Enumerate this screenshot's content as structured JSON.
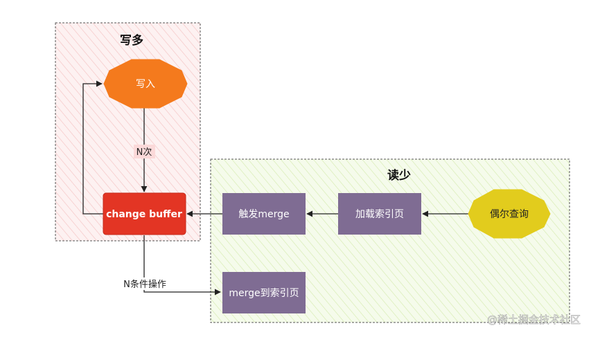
{
  "groups": {
    "write_heavy": {
      "title": "写多"
    },
    "read_light": {
      "title": "读少"
    }
  },
  "nodes": {
    "write": {
      "label": "写入"
    },
    "change_buffer": {
      "label": "change buffer"
    },
    "trigger_merge": {
      "label": "触发merge"
    },
    "load_index_page": {
      "label": "加载索引页"
    },
    "occasional_query": {
      "label": "偶尔查询"
    },
    "merge_to_index_page": {
      "label": "merge到索引页"
    }
  },
  "edges": {
    "n_times": {
      "label": "N次"
    },
    "n_condition_ops": {
      "label": "N条件操作"
    }
  },
  "watermark": {
    "text": "@稀土掘金技术社区"
  },
  "colors": {
    "write_group_fill": "#fdeeee",
    "read_group_fill": "#f1f8e3",
    "write_node": "#f47a1d",
    "change_buffer": "#e33524",
    "process_box": "#7f6c93",
    "query_node": "#e2cc1d"
  }
}
